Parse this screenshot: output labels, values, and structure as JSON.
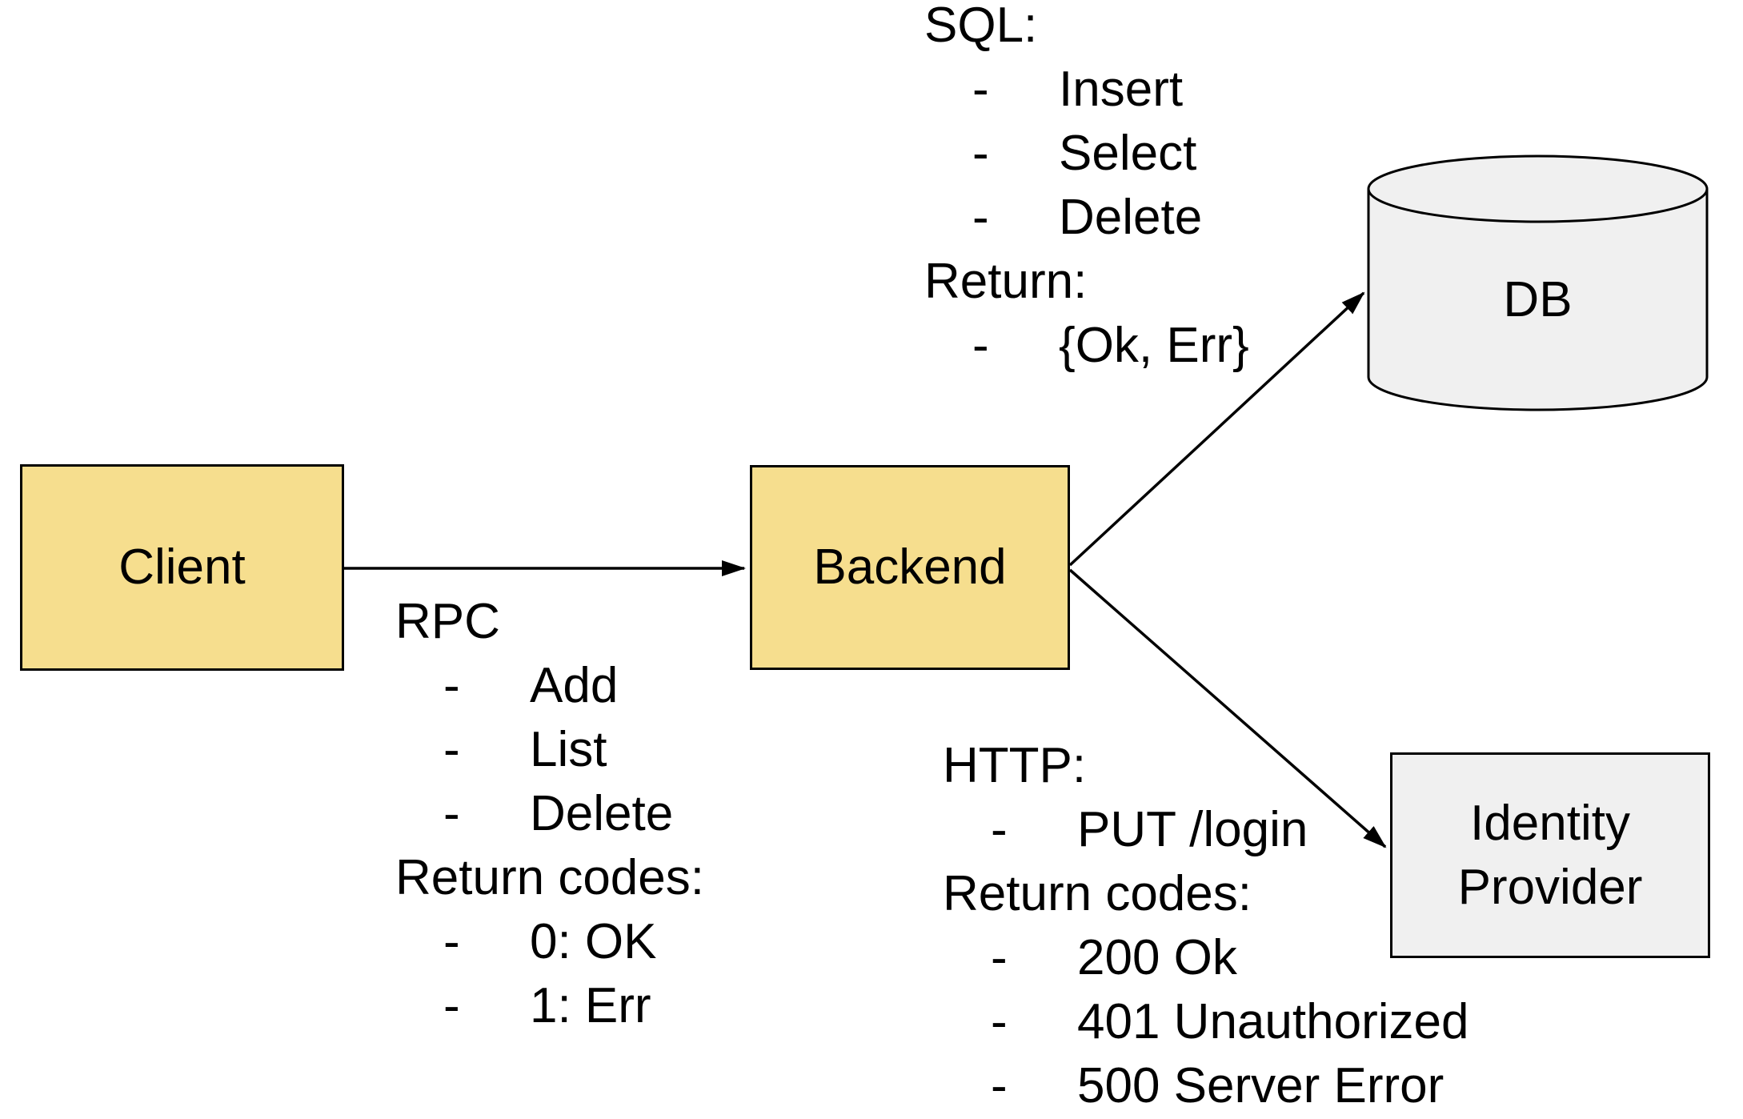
{
  "diagram": {
    "nodes": {
      "client": {
        "label": "Client"
      },
      "backend": {
        "label": "Backend"
      },
      "db": {
        "label": "DB"
      },
      "identity_provider": {
        "label": "Identity Provider"
      }
    },
    "edges": [
      {
        "name": "client-to-backend"
      },
      {
        "name": "backend-to-db"
      },
      {
        "name": "backend-to-identity-provider"
      }
    ],
    "annotations": {
      "rpc": {
        "lines": [
          {
            "text": "RPC",
            "bullet": false
          },
          {
            "text": "Add",
            "bullet": true
          },
          {
            "text": "List",
            "bullet": true
          },
          {
            "text": "Delete",
            "bullet": true
          },
          {
            "text": "Return codes:",
            "bullet": false
          },
          {
            "text": "0: OK",
            "bullet": true
          },
          {
            "text": "1: Err",
            "bullet": true
          }
        ]
      },
      "sql": {
        "lines": [
          {
            "text": "SQL:",
            "bullet": false
          },
          {
            "text": "Insert",
            "bullet": true
          },
          {
            "text": "Select",
            "bullet": true
          },
          {
            "text": "Delete",
            "bullet": true
          },
          {
            "text": "Return:",
            "bullet": false
          },
          {
            "text": "{Ok, Err}",
            "bullet": true
          }
        ]
      },
      "http": {
        "lines": [
          {
            "text": "HTTP:",
            "bullet": false
          },
          {
            "text": "PUT /login",
            "bullet": true
          },
          {
            "text": "Return codes:",
            "bullet": false
          },
          {
            "text": "200 Ok",
            "bullet": true
          },
          {
            "text": "401 Unauthorized",
            "bullet": true
          },
          {
            "text": "500 Server Error",
            "bullet": true
          }
        ]
      }
    },
    "colors": {
      "node-yellow": "#f6de8e",
      "node-gray": "#f0f0f0",
      "stroke": "#000000",
      "background": "#ffffff"
    }
  }
}
